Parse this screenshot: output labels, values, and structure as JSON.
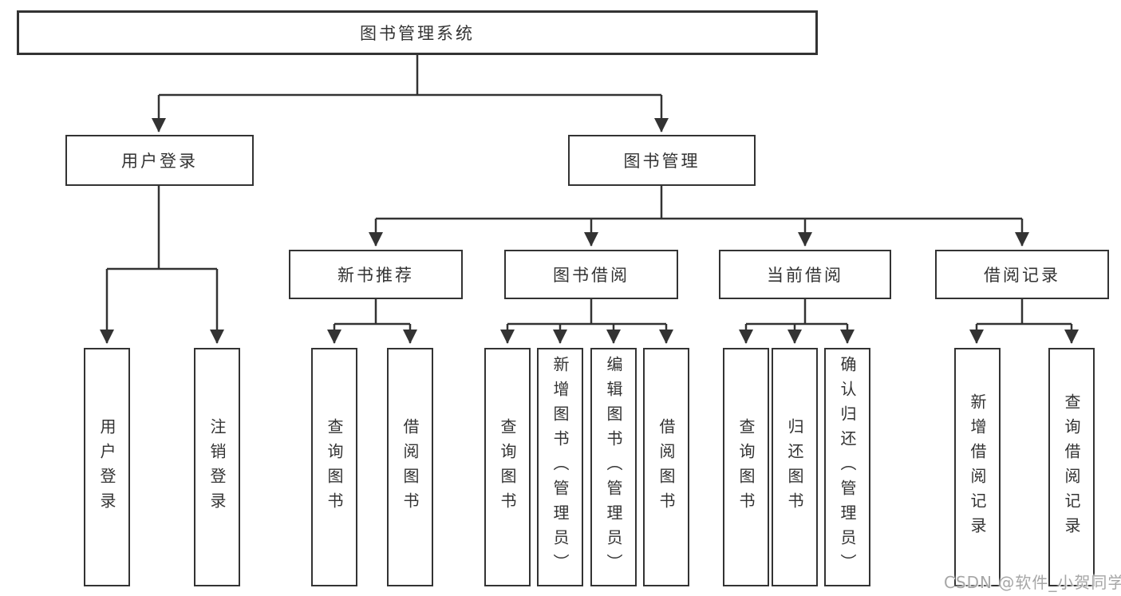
{
  "tree": {
    "root": {
      "label": "图书管理系统"
    },
    "branches": [
      {
        "label": "用户登录",
        "children": [
          {
            "label": "用户登录"
          },
          {
            "label": "注销登录"
          }
        ]
      },
      {
        "label": "图书管理",
        "children": [
          {
            "label": "新书推荐",
            "children": [
              {
                "label": "查询图书"
              },
              {
                "label": "借阅图书"
              }
            ]
          },
          {
            "label": "图书借阅",
            "children": [
              {
                "label": "查询图书"
              },
              {
                "label": "新增图书（管理员）"
              },
              {
                "label": "编辑图书（管理员）"
              },
              {
                "label": "借阅图书"
              }
            ]
          },
          {
            "label": "当前借阅",
            "children": [
              {
                "label": "查询图书"
              },
              {
                "label": "归还图书"
              },
              {
                "label": "确认归还（管理员）"
              }
            ]
          },
          {
            "label": "借阅记录",
            "children": [
              {
                "label": "新增借阅记录"
              },
              {
                "label": "查询借阅记录"
              }
            ]
          }
        ]
      }
    ]
  },
  "watermark": {
    "text": "CSDN @软件_小贺同学"
  },
  "colors": {
    "line": "#333333",
    "text": "#333333",
    "box_fill": "#ffffff",
    "watermark": "#a6a6a6",
    "background": "#ffffff"
  }
}
